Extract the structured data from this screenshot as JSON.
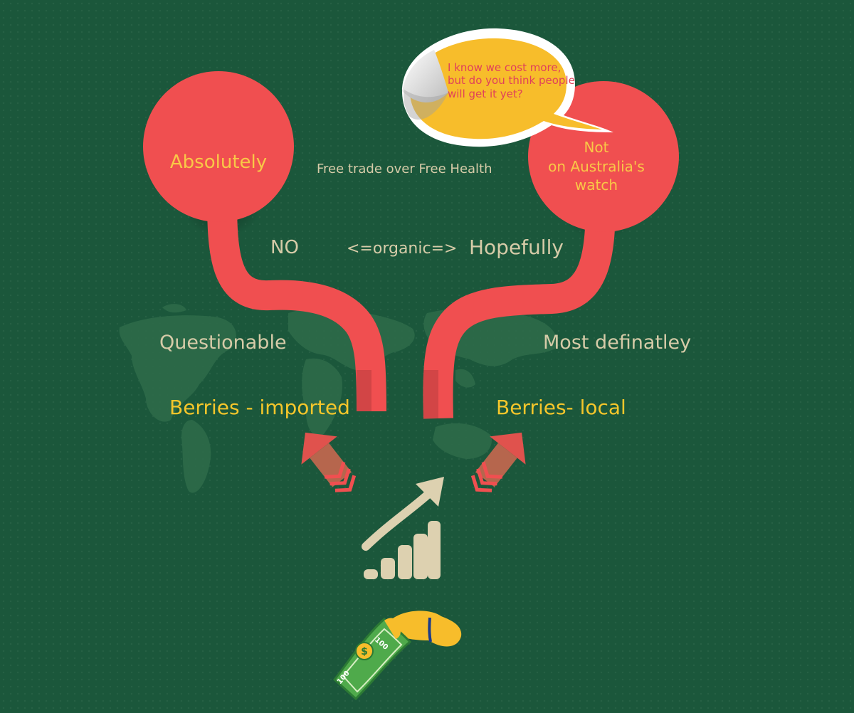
{
  "diagram": {
    "speech_bubble": "I know we cost more,\nbut do you think people\nwill get it yet?",
    "left_circle": "Absolutely",
    "right_circle_line1": "Not",
    "right_circle_line2": "on Australia's",
    "right_circle_line3": "watch",
    "center_caption": "Free trade over Free Health",
    "left_middle": "NO",
    "center_middle": "<=organic=>",
    "right_middle": "Hopefully",
    "left_lower": "Questionable",
    "right_lower": "Most definatley",
    "left_end": "Berries - imported",
    "right_end": "Berries- local",
    "money_note_value": "100",
    "money_note_symbol": "$"
  },
  "colors": {
    "background": "#1b573b",
    "ribbon_red": "#f04f50",
    "bubble_yellow": "#f7bd2b",
    "cream_text": "#d6cba8",
    "gold_text": "#f5c62b",
    "arrow_red": "#e0524d",
    "arrow_brown": "#b6664d",
    "bars_cream": "#ddd1b0"
  },
  "icons": [
    "world-map-icon",
    "growth-chart-icon",
    "hand-money-icon",
    "arrow-up-left-icon",
    "arrow-up-right-icon"
  ]
}
